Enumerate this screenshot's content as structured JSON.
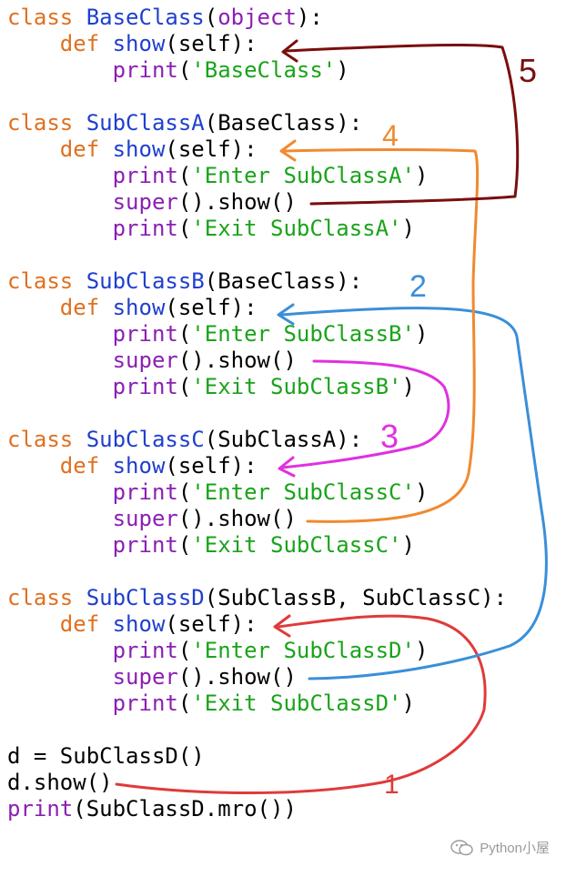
{
  "colors": {
    "keyword": "#e07020",
    "name": "#1f3fcf",
    "builtin": "#8b1fb5",
    "string": "#1aa31a",
    "plain": "#000000",
    "arrow_1": "#e03a3a",
    "arrow_2": "#3a8fd8",
    "arrow_3": "#e030e0",
    "arrow_4": "#f08a30",
    "arrow_5": "#7a0e0e"
  },
  "code_lines": [
    {
      "tokens": [
        {
          "t": "class ",
          "c": "keyword"
        },
        {
          "t": "BaseClass",
          "c": "name"
        },
        {
          "t": "(",
          "c": "plain"
        },
        {
          "t": "object",
          "c": "builtin"
        },
        {
          "t": "):",
          "c": "plain"
        }
      ]
    },
    {
      "tokens": [
        {
          "t": "    def ",
          "c": "keyword"
        },
        {
          "t": "show",
          "c": "name"
        },
        {
          "t": "(self):",
          "c": "plain"
        }
      ]
    },
    {
      "tokens": [
        {
          "t": "        print",
          "c": "builtin"
        },
        {
          "t": "(",
          "c": "plain"
        },
        {
          "t": "'BaseClass'",
          "c": "string"
        },
        {
          "t": ")",
          "c": "plain"
        }
      ]
    },
    {
      "tokens": []
    },
    {
      "tokens": [
        {
          "t": "class ",
          "c": "keyword"
        },
        {
          "t": "SubClassA",
          "c": "name"
        },
        {
          "t": "(BaseClass):",
          "c": "plain"
        }
      ]
    },
    {
      "tokens": [
        {
          "t": "    def ",
          "c": "keyword"
        },
        {
          "t": "show",
          "c": "name"
        },
        {
          "t": "(self):",
          "c": "plain"
        }
      ]
    },
    {
      "tokens": [
        {
          "t": "        print",
          "c": "builtin"
        },
        {
          "t": "(",
          "c": "plain"
        },
        {
          "t": "'Enter SubClassA'",
          "c": "string"
        },
        {
          "t": ")",
          "c": "plain"
        }
      ]
    },
    {
      "tokens": [
        {
          "t": "        super",
          "c": "builtin"
        },
        {
          "t": "().show()",
          "c": "plain"
        }
      ]
    },
    {
      "tokens": [
        {
          "t": "        print",
          "c": "builtin"
        },
        {
          "t": "(",
          "c": "plain"
        },
        {
          "t": "'Exit SubClassA'",
          "c": "string"
        },
        {
          "t": ")",
          "c": "plain"
        }
      ]
    },
    {
      "tokens": []
    },
    {
      "tokens": [
        {
          "t": "class ",
          "c": "keyword"
        },
        {
          "t": "SubClassB",
          "c": "name"
        },
        {
          "t": "(BaseClass):",
          "c": "plain"
        }
      ]
    },
    {
      "tokens": [
        {
          "t": "    def ",
          "c": "keyword"
        },
        {
          "t": "show",
          "c": "name"
        },
        {
          "t": "(self):",
          "c": "plain"
        }
      ]
    },
    {
      "tokens": [
        {
          "t": "        print",
          "c": "builtin"
        },
        {
          "t": "(",
          "c": "plain"
        },
        {
          "t": "'Enter SubClassB'",
          "c": "string"
        },
        {
          "t": ")",
          "c": "plain"
        }
      ]
    },
    {
      "tokens": [
        {
          "t": "        super",
          "c": "builtin"
        },
        {
          "t": "().show()",
          "c": "plain"
        }
      ]
    },
    {
      "tokens": [
        {
          "t": "        print",
          "c": "builtin"
        },
        {
          "t": "(",
          "c": "plain"
        },
        {
          "t": "'Exit SubClassB'",
          "c": "string"
        },
        {
          "t": ")",
          "c": "plain"
        }
      ]
    },
    {
      "tokens": []
    },
    {
      "tokens": [
        {
          "t": "class ",
          "c": "keyword"
        },
        {
          "t": "SubClassC",
          "c": "name"
        },
        {
          "t": "(SubClassA):",
          "c": "plain"
        }
      ]
    },
    {
      "tokens": [
        {
          "t": "    def ",
          "c": "keyword"
        },
        {
          "t": "show",
          "c": "name"
        },
        {
          "t": "(self):",
          "c": "plain"
        }
      ]
    },
    {
      "tokens": [
        {
          "t": "        print",
          "c": "builtin"
        },
        {
          "t": "(",
          "c": "plain"
        },
        {
          "t": "'Enter SubClassC'",
          "c": "string"
        },
        {
          "t": ")",
          "c": "plain"
        }
      ]
    },
    {
      "tokens": [
        {
          "t": "        super",
          "c": "builtin"
        },
        {
          "t": "().show()",
          "c": "plain"
        }
      ]
    },
    {
      "tokens": [
        {
          "t": "        print",
          "c": "builtin"
        },
        {
          "t": "(",
          "c": "plain"
        },
        {
          "t": "'Exit SubClassC'",
          "c": "string"
        },
        {
          "t": ")",
          "c": "plain"
        }
      ]
    },
    {
      "tokens": []
    },
    {
      "tokens": [
        {
          "t": "class ",
          "c": "keyword"
        },
        {
          "t": "SubClassD",
          "c": "name"
        },
        {
          "t": "(SubClassB, SubClassC):",
          "c": "plain"
        }
      ]
    },
    {
      "tokens": [
        {
          "t": "    def ",
          "c": "keyword"
        },
        {
          "t": "show",
          "c": "name"
        },
        {
          "t": "(self):",
          "c": "plain"
        }
      ]
    },
    {
      "tokens": [
        {
          "t": "        print",
          "c": "builtin"
        },
        {
          "t": "(",
          "c": "plain"
        },
        {
          "t": "'Enter SubClassD'",
          "c": "string"
        },
        {
          "t": ")",
          "c": "plain"
        }
      ]
    },
    {
      "tokens": [
        {
          "t": "        super",
          "c": "builtin"
        },
        {
          "t": "().show()",
          "c": "plain"
        }
      ]
    },
    {
      "tokens": [
        {
          "t": "        print",
          "c": "builtin"
        },
        {
          "t": "(",
          "c": "plain"
        },
        {
          "t": "'Exit SubClassD'",
          "c": "string"
        },
        {
          "t": ")",
          "c": "plain"
        }
      ]
    },
    {
      "tokens": []
    },
    {
      "tokens": [
        {
          "t": "d = SubClassD()",
          "c": "plain"
        }
      ]
    },
    {
      "tokens": [
        {
          "t": "d.show()",
          "c": "plain"
        }
      ]
    },
    {
      "tokens": [
        {
          "t": "print",
          "c": "builtin"
        },
        {
          "t": "(SubClassD.mro())",
          "c": "plain"
        }
      ]
    }
  ],
  "annotations": {
    "arrow_1_label": "1",
    "arrow_2_label": "2",
    "arrow_3_label": "3",
    "arrow_4_label": "4",
    "arrow_5_label": "5"
  },
  "watermark": {
    "icon": "wechat-icon",
    "text": "Python小屋"
  }
}
